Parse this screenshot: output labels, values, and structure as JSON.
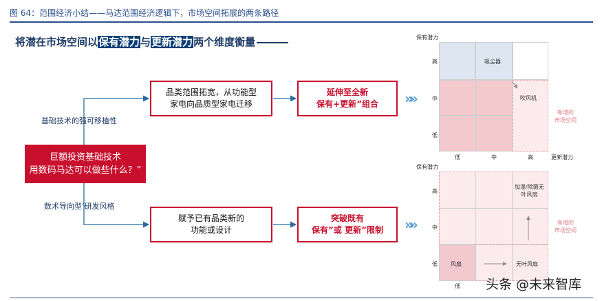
{
  "caption": "图 64：范围经济小结——马达范围经济逻辑下，市场空间拓展的两条路径",
  "headline": {
    "p1": "将潜在市场空间以",
    "h1": "保有潜力",
    "p2": "与",
    "h2": "更新潜力",
    "p3": "两个维度衡量"
  },
  "left": {
    "line1": "巨额投资基础技术",
    "line2": "用数码马达可以做些什么？”"
  },
  "branch_top_label": "基础技术的强可移植性",
  "branch_bottom_label": "数术导向型’研发风格",
  "top_box": {
    "line1": "品类范围拓宽，从功能型",
    "line2": "家电向品质型家电迁移"
  },
  "top_result": {
    "line1": "延伸至全新",
    "line2": "保有+更新”组合"
  },
  "bottom_box": {
    "line1": "赋予已有品类新的",
    "line2": "功能或设计"
  },
  "bottom_result": {
    "line1": "突破既有",
    "line2": "保有”或 更新”限制"
  },
  "chevrons": "»»",
  "grid_top": {
    "y_axis_title": "保有潜力",
    "y_levels": [
      "高",
      "中",
      "低"
    ],
    "x_levels": [
      "低",
      "中",
      "高"
    ],
    "x_axis_title": "更新潜力",
    "items": [
      "吸尘器",
      "吹风机"
    ],
    "new_space_label": [
      "新增的",
      "市场空间"
    ]
  },
  "grid_bottom": {
    "y_axis_title": "保有潜力",
    "y_levels": [
      "高",
      "中",
      "低"
    ],
    "x_levels": [
      "低"
    ],
    "items": [
      "加湿/除菌无",
      "叶风扇",
      "风扇",
      "无叶风扇"
    ],
    "new_space_label": [
      "新增的",
      "市场空间"
    ]
  },
  "watermark": "头条 @未来智库",
  "colors": {
    "accent_red": "#c8102e",
    "navy": "#1f3b66",
    "pink": "#f4c9ce",
    "blue_cell": "#dde6f1"
  }
}
